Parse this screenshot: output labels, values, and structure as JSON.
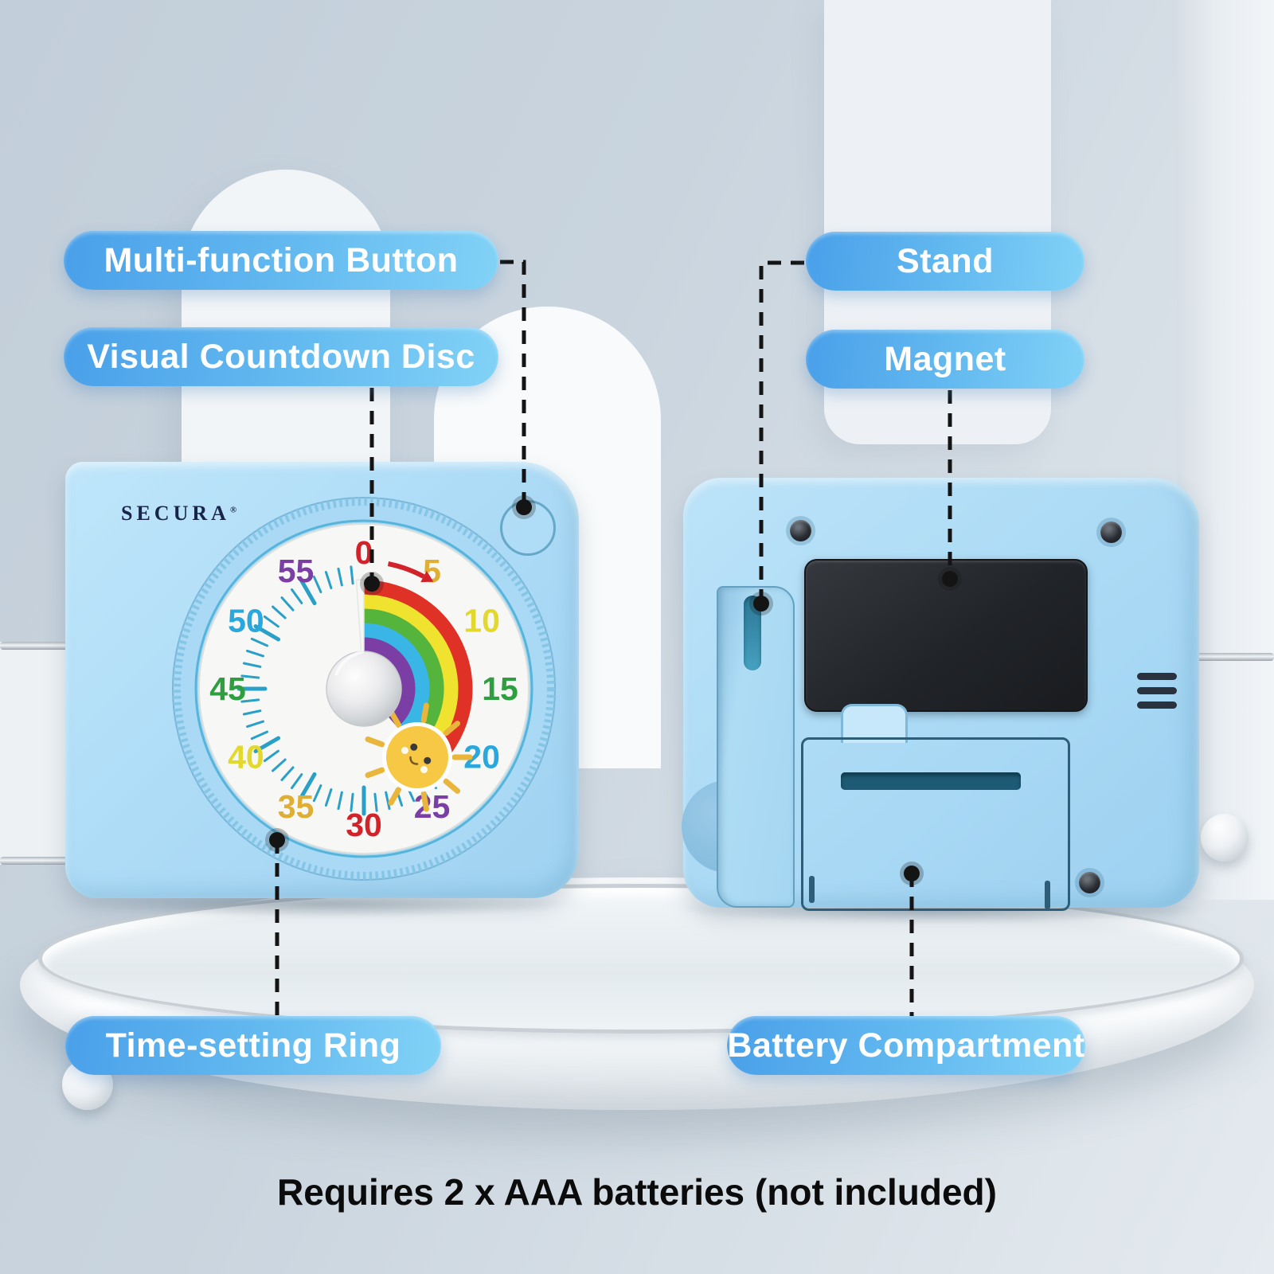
{
  "brand": {
    "name": "SECURA",
    "registered_mark": "®"
  },
  "callouts": [
    {
      "id": "multi-function-button",
      "label": "Multi-function Button"
    },
    {
      "id": "visual-countdown-disc",
      "label": "Visual Countdown Disc"
    },
    {
      "id": "stand",
      "label": "Stand"
    },
    {
      "id": "magnet",
      "label": "Magnet"
    },
    {
      "id": "time-setting-ring",
      "label": "Time-setting Ring"
    },
    {
      "id": "battery-compartment",
      "label": "Battery Compartment"
    }
  ],
  "caption": "Requires 2 x AAA batteries (not included)",
  "colors": {
    "callout_pill_start": "#4aa0e9",
    "callout_pill_end": "#82d2f7",
    "leader_line": "#141414",
    "device_body_blue": "#aedcf7",
    "brand_text": "#18254a"
  },
  "icons": {
    "screw": "screw-icon",
    "sun": "sun-icon",
    "speaker_grille": "speaker-grille-icon",
    "direction_arrow": "clockwise-arrow-icon"
  },
  "dial": {
    "minutes_range": [
      0,
      60
    ],
    "tick_interval_min": 1,
    "major_tick_interval_min": 5,
    "tick_color": "#2aa0c8",
    "numbers": [
      {
        "value": "0",
        "color": "#d2232a"
      },
      {
        "value": "5",
        "color": "#dfaf33"
      },
      {
        "value": "10",
        "color": "#e3d92e"
      },
      {
        "value": "15",
        "color": "#2f9e41"
      },
      {
        "value": "20",
        "color": "#2aa7dd"
      },
      {
        "value": "25",
        "color": "#7a3ea5"
      },
      {
        "value": "30",
        "color": "#d2232a"
      },
      {
        "value": "35",
        "color": "#dfaf33"
      },
      {
        "value": "40",
        "color": "#e3d92e"
      },
      {
        "value": "45",
        "color": "#2f9e41"
      },
      {
        "value": "50",
        "color": "#2aa7dd"
      },
      {
        "value": "55",
        "color": "#7a3ea5"
      }
    ],
    "rainbow_bands": [
      "#e03127",
      "#f0e32f",
      "#54b43c",
      "#39b5e6",
      "#7a3ea5"
    ],
    "disc_sweep_deg": 139,
    "arrow_color": "#d2232a",
    "sun_body_color": "#f7c843",
    "sun_ray_color": "#e9b53a",
    "ring_color": "#a9d9f4",
    "dial_face_color": "#f7f8f5"
  }
}
